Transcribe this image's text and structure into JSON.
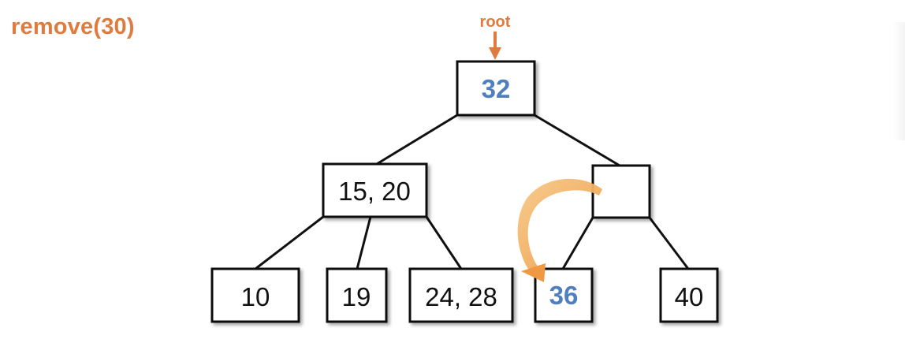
{
  "title": "remove(30)",
  "root_label": "root",
  "colors": {
    "accent_orange": "#e07b3f",
    "highlight_blue": "#4f7fbf",
    "edge": "#111111"
  },
  "nodes": {
    "root": "32",
    "left_internal": "15, 20",
    "right_internal": "",
    "leaf_1": "10",
    "leaf_2": "19",
    "leaf_3": "24, 28",
    "leaf_4": "36",
    "leaf_5": "40"
  }
}
